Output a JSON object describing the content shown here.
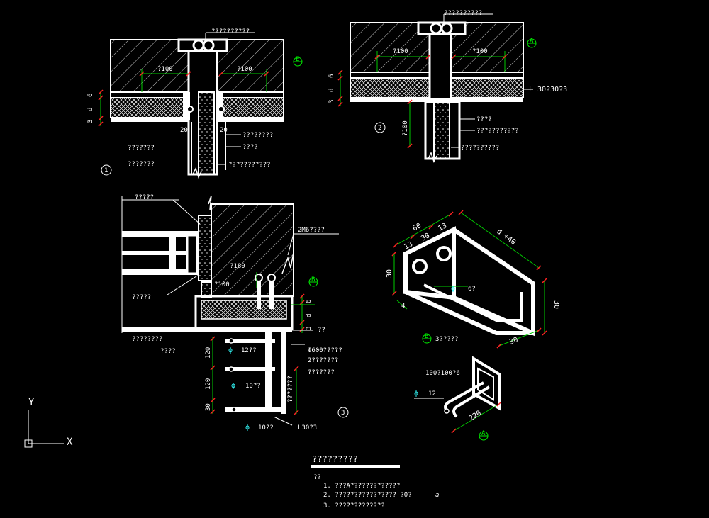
{
  "colors": {
    "background": "#000000",
    "structure": "#ffffff",
    "dimension": "#00cc00",
    "dim_tick": "#ff2222",
    "symbol": "#00ee00",
    "rebar_label": "#33ffff"
  },
  "detail1": {
    "marker": "1",
    "top_label": "??????????",
    "dim_left_100": "?100",
    "dim_right_100": "?100",
    "dim_d": "d",
    "dim_3": "3",
    "dim_6": "6",
    "dim_20_left": "20",
    "dim_20_right": "20",
    "label_a": "????????",
    "label_b": "????",
    "label_c": "???????????",
    "label_d": "???????",
    "label_e": "???????",
    "section_symbol": "E"
  },
  "detail2": {
    "marker": "2",
    "top_label": "??????????",
    "dim_left_100": "?100",
    "dim_right_100": "?100",
    "angle_label": "L 30?30?3",
    "dim_vertical_100": "?100",
    "dim_d": "d",
    "dim_3": "3",
    "dim_6": "6",
    "label_a": "????",
    "label_b": "???????????",
    "label_c": "??????????",
    "section_symbol": "A"
  },
  "detail3": {
    "marker": "3",
    "label_top": "?????",
    "label_2m6": "2M6????",
    "dim_180": "?180",
    "dim_100": "?100",
    "label_left_mid": "?????",
    "label_left_low": "????????",
    "label_left_low2": "????",
    "rebar_1": "12??",
    "rebar_2": "10??",
    "rebar_3": "10??",
    "dim_120_a": "120",
    "dim_120_b": "120",
    "dim_30": "30",
    "dim_d": "d",
    "dim_3": "3",
    "dim_6": "6",
    "label_qq": "??",
    "label_600": "Φ600?????",
    "label_2": "2???????",
    "label_3": "???????",
    "label_vertical": "???????",
    "angle_label": "L30?3",
    "section_symbol": "B"
  },
  "iso_bracket": {
    "dim_60": "60",
    "dim_13a": "13",
    "dim_30": "30",
    "dim_13b": "13",
    "dim_d40": "d +40",
    "dim_left_30": "30",
    "dim_right_30": "30",
    "dim_bottom_30": "30",
    "dim_4": "4",
    "hole_label": "6?",
    "caption": "3?????",
    "caption_symbol": "B"
  },
  "iso_anchor": {
    "plate_label": "100?100?6",
    "bar_label": "12",
    "dim_220": "220",
    "caption_symbol": "A"
  },
  "axis": {
    "y": "Y",
    "x": "X"
  },
  "notes": {
    "title": "?????????",
    "prefix": "??",
    "items": [
      "1. ???A?????????????",
      "2. ????????????????   ?0?",
      "3. ?????????????"
    ],
    "italic_a": "a"
  }
}
